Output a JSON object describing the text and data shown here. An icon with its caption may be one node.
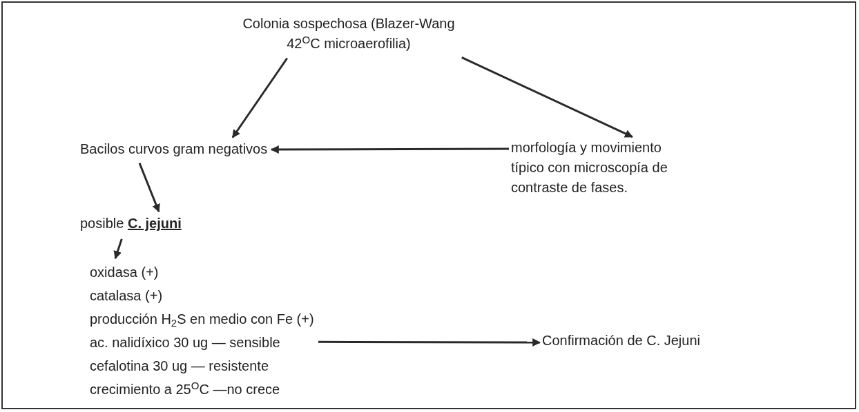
{
  "diagram": {
    "nodes": [
      {
        "text": [
          "Colonia sospechosa (Blazer-Wang 42$^{O}$C microaerofilia)"
        ]
      },
      {
        "text": [
          "Bacilos curvos gram negativos"
        ]
      },
      {
        "text": [
          "morfología y movimiento típico con microscopía de contraste de fases."
        ]
      },
      {
        "text": [
          "posible **C. jejuni**"
        ]
      },
      {
        "text": [
          "oxidasa (+)",
          "catalasa (+)",
          "producción H$_{2}$S en medio con Fe (+)",
          "ac. nalidíxico 30 ug — sensible",
          "cefalotina 30 ug — resistente",
          "crecimiento a 25$^{O}$C —no crece"
        ]
      },
      {
        "text": [
          "Confirmación de C. Jejuni"
        ]
      }
    ],
    "edges": [
      {
        "from": 0,
        "to": 1,
        "arrow": "to"
      },
      {
        "from": 0,
        "to": 2,
        "arrow": "to"
      },
      {
        "from": 2,
        "to": 1,
        "arrow": "to"
      },
      {
        "from": 1,
        "to": 3,
        "arrow": "to"
      },
      {
        "from": 3,
        "to": 4,
        "arrow": "to"
      },
      {
        "from": 4,
        "to": 5,
        "arrow": "to"
      }
    ]
  }
}
